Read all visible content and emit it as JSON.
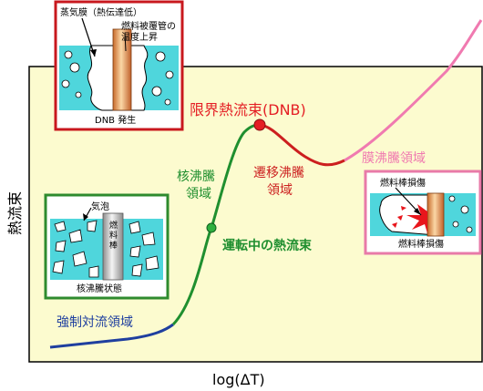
{
  "axes": {
    "ylabel": "熱流束",
    "xlabel": "log(ΔT)"
  },
  "regions": {
    "forced_convection": "強制対流領域",
    "nucleate_line1": "核沸騰",
    "nucleate_line2": "領域",
    "transition_line1": "遷移沸騰",
    "transition_line2": "領域",
    "film": "膜沸騰領域"
  },
  "points": {
    "dnb": "限界熱流束(DNB)",
    "operating": "運転中の熱流束"
  },
  "insets": {
    "dnb": {
      "label1": "蒸気膜（熱伝達低）",
      "label2": "燃料被覆管の",
      "label3": "温度上昇",
      "caption": "DNB 発生"
    },
    "nucleate": {
      "label": "気泡",
      "rod": "燃料棒",
      "caption": "核沸騰状態"
    },
    "damage": {
      "label": "燃料棒損傷",
      "caption": "燃料棒損傷"
    }
  },
  "colors": {
    "panel": "#fcfbcf",
    "forced": "#1f3f9f",
    "nucleate": "#1f8f2f",
    "transition": "#cc1f1f",
    "film": "#f07ab0",
    "water": "#4fd6dc",
    "dnb_border": "#c8181e",
    "nucleate_border": "#2e8b2e",
    "damage_border": "#e87aa8"
  }
}
